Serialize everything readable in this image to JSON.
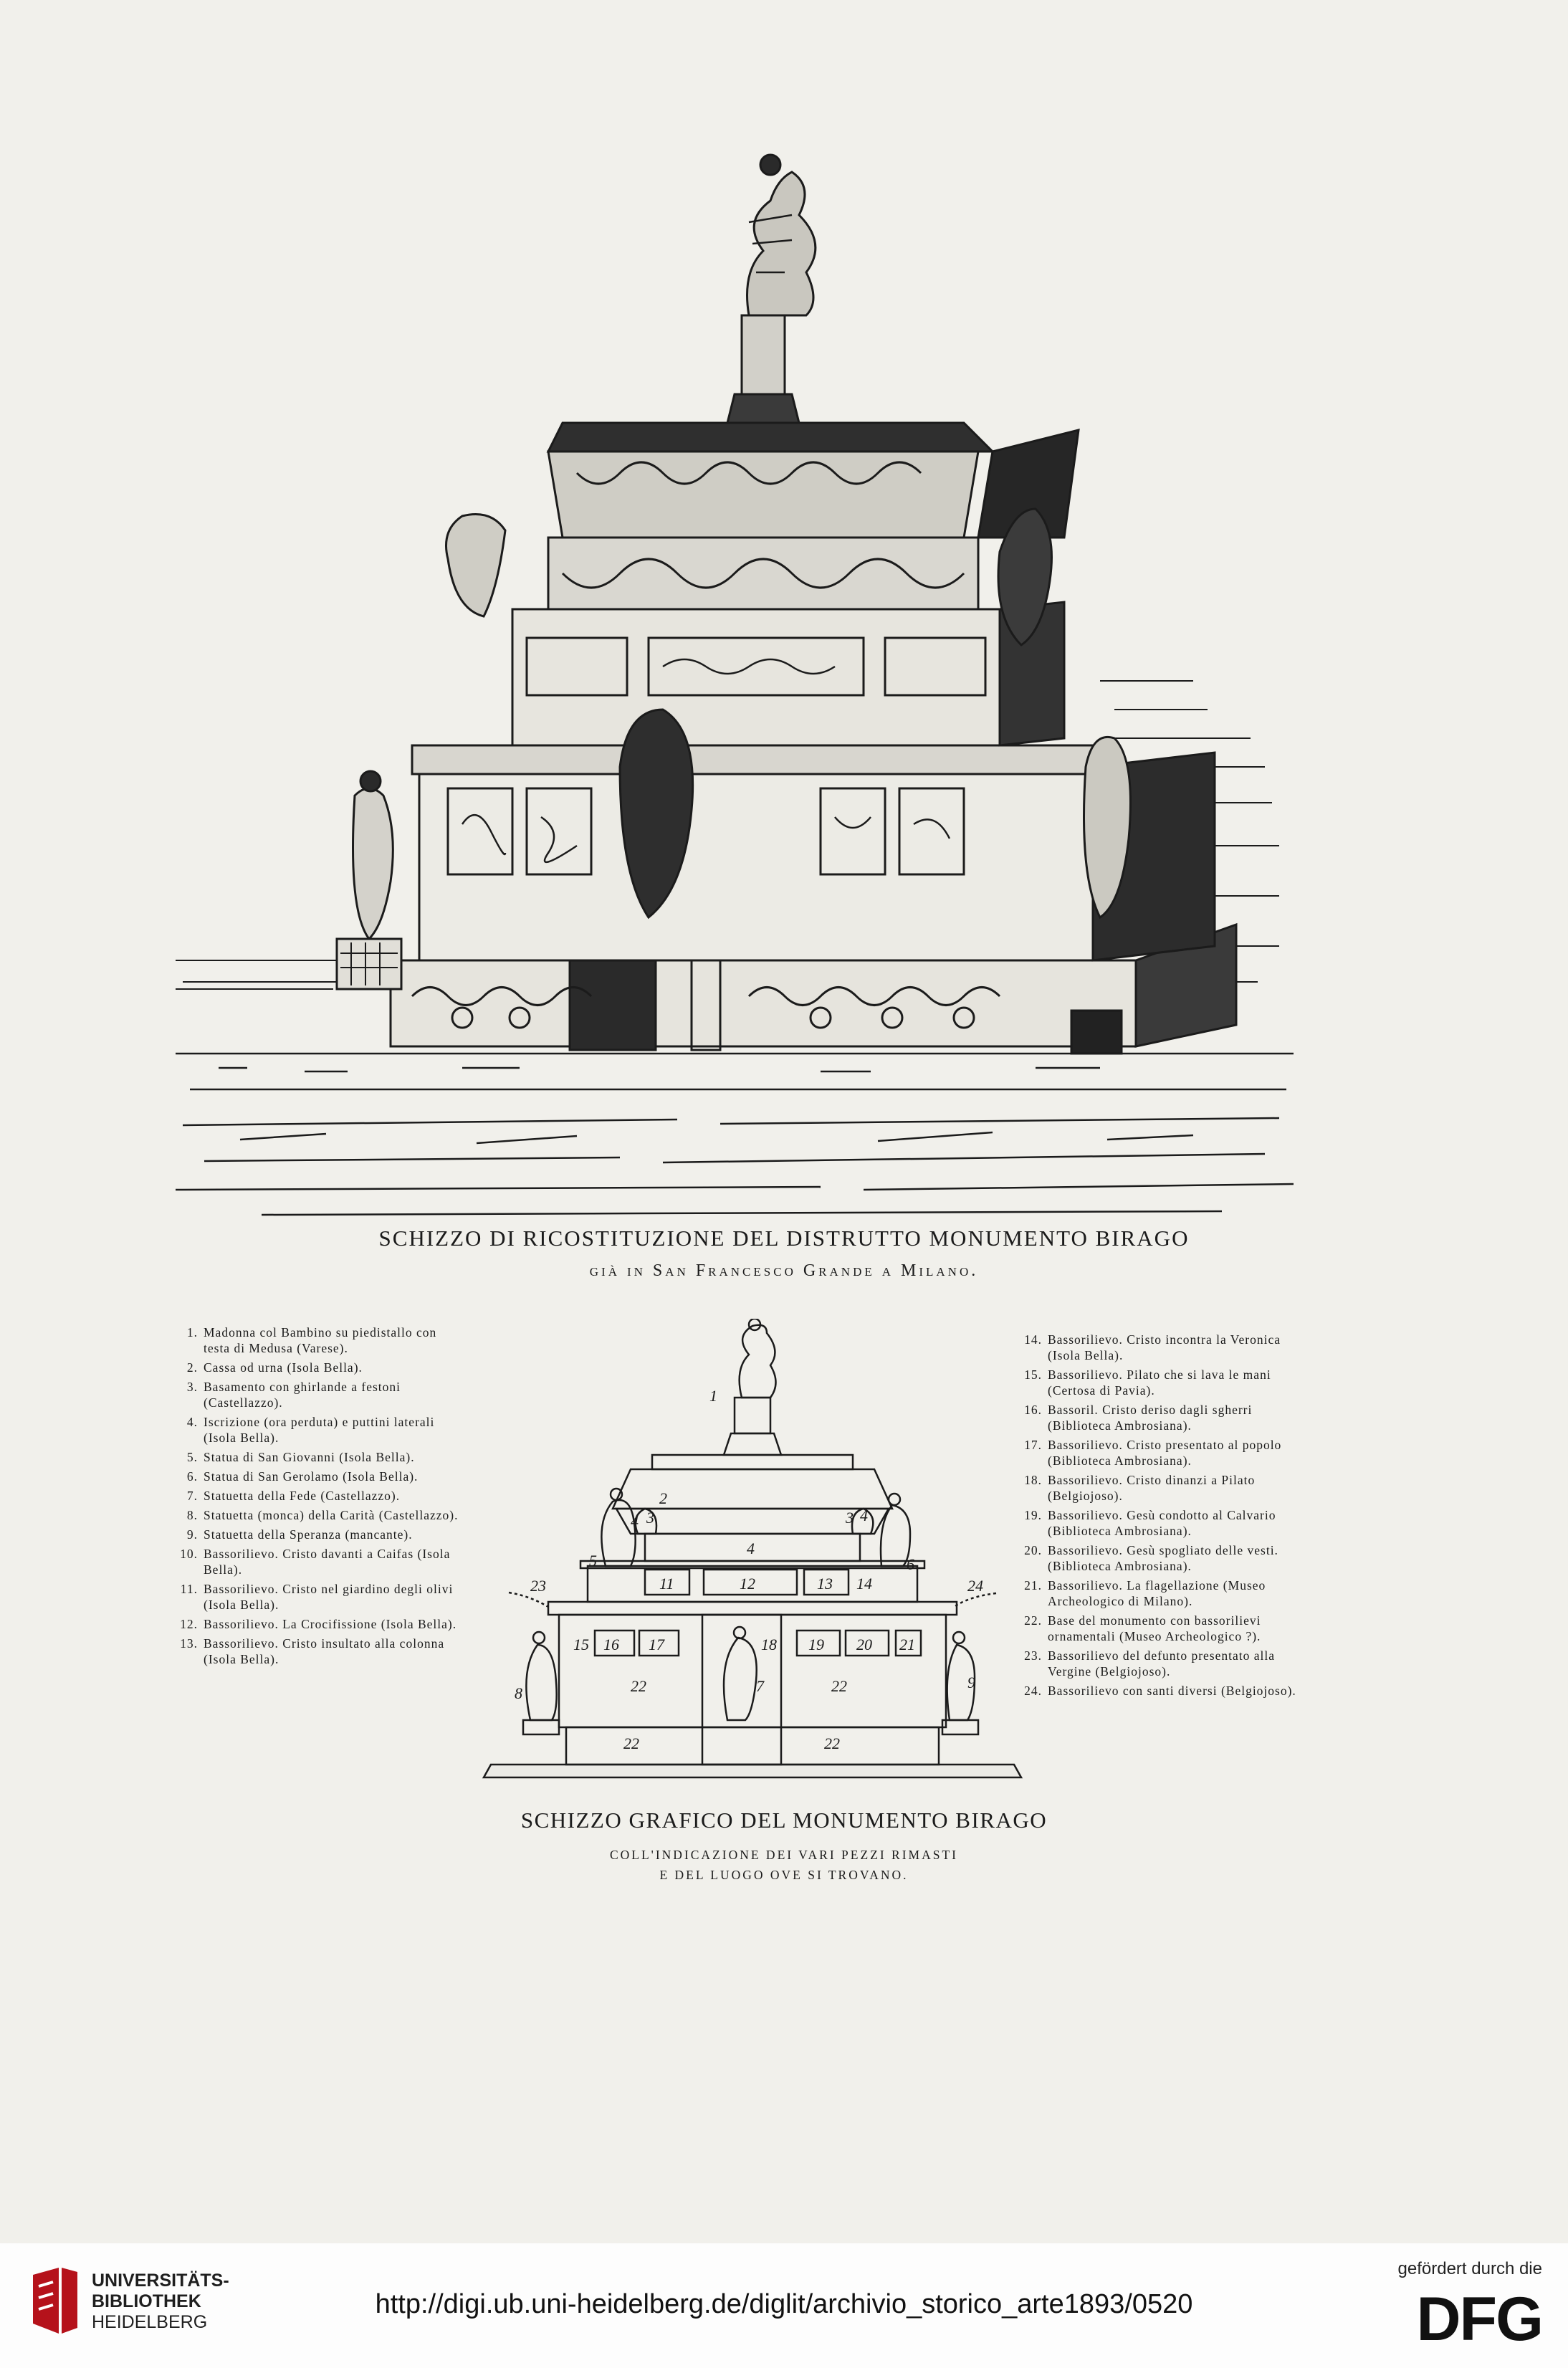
{
  "caption_top": {
    "title": "SCHIZZO DI RICOSTITUZIONE DEL DISTRUTTO MONUMENTO BIRAGO",
    "subtitle": "già in San Francesco Grande a Milano."
  },
  "legend_left": [
    {
      "num": "1.",
      "text": "Madonna col Bambino su piedistallo con testa di Medusa (Varese)."
    },
    {
      "num": "2.",
      "text": "Cassa od urna (Isola Bella)."
    },
    {
      "num": "3.",
      "text": "Basamento con ghirlande a festoni (Castellazzo)."
    },
    {
      "num": "4.",
      "text": "Iscrizione (ora perduta) e puttini laterali (Isola Bella)."
    },
    {
      "num": "5.",
      "text": "Statua di San Giovanni (Isola Bella)."
    },
    {
      "num": "6.",
      "text": "Statua di San Gerolamo (Isola Bella)."
    },
    {
      "num": "7.",
      "text": "Statuetta della Fede (Castellazzo)."
    },
    {
      "num": "8.",
      "text": "Statuetta (monca) della Carità (Castellazzo)."
    },
    {
      "num": "9.",
      "text": "Statuetta della Speranza (mancante)."
    },
    {
      "num": "10.",
      "text": "Bassorilievo. Cristo davanti a Caifas (Isola Bella)."
    },
    {
      "num": "11.",
      "text": "Bassorilievo. Cristo nel giardino degli olivi (Isola Bella)."
    },
    {
      "num": "12.",
      "text": "Bassorilievo. La Crocifissione (Isola Bella)."
    },
    {
      "num": "13.",
      "text": "Bassorilievo. Cristo insultato alla colonna (Isola Bella)."
    }
  ],
  "legend_right": [
    {
      "num": "14.",
      "text": "Bassorilievo. Cristo incontra la Veronica (Isola Bella)."
    },
    {
      "num": "15.",
      "text": "Bassorilievo. Pilato che si lava le mani (Certosa di Pavia)."
    },
    {
      "num": "16.",
      "text": "Bassoril. Cristo deriso dagli sgherri (Biblioteca Ambrosiana)."
    },
    {
      "num": "17.",
      "text": "Bassorilievo. Cristo presentato al popolo (Biblioteca Ambrosiana)."
    },
    {
      "num": "18.",
      "text": "Bassorilievo. Cristo dinanzi a Pilato (Belgiojoso)."
    },
    {
      "num": "19.",
      "text": "Bassorilievo. Gesù condotto al Calvario (Biblioteca Ambrosiana)."
    },
    {
      "num": "20.",
      "text": "Bassorilievo. Gesù spogliato delle vesti. (Biblioteca Ambrosiana)."
    },
    {
      "num": "21.",
      "text": "Bassorilievo. La flagellazione (Museo Archeologico di Milano)."
    },
    {
      "num": "22.",
      "text": "Base del monumento con bassorilievi ornamentali (Museo Archeologico ?)."
    },
    {
      "num": "23.",
      "text": "Bassorilievo del defunto presentato alla Vergine (Belgiojoso)."
    },
    {
      "num": "24.",
      "text": "Bassorilievo con santi diversi (Belgiojoso)."
    }
  ],
  "sketch_labels": {
    "n1": "1",
    "n2": "2",
    "n3a": "3",
    "n3b": "3",
    "n4a": "4",
    "n4b": "4",
    "n4c": "4",
    "n5": "5",
    "n6": "6",
    "n7": "7",
    "n8": "8",
    "n9": "9",
    "n11": "11",
    "n12": "12",
    "n13": "13",
    "n14": "14",
    "n15": "15",
    "n16": "16",
    "n17": "17",
    "n18": "18",
    "n19": "19",
    "n20": "20",
    "n21": "21",
    "n22a": "22",
    "n22b": "22",
    "n22c": "22",
    "n22d": "22",
    "n23": "23",
    "n24": "24"
  },
  "caption_bottom": {
    "title": "SCHIZZO GRAFICO DEL MONUMENTO BIRAGO",
    "line1": "COLL'INDICAZIONE DEI VARI PEZZI RIMASTI",
    "line2": "E DEL LUOGO OVE SI TROVANO."
  },
  "footer": {
    "library_line1": "UNIVERSITÄTS-",
    "library_line2": "BIBLIOTHEK",
    "library_line3": "HEIDELBERG",
    "url": "http://digi.ub.uni-heidelberg.de/diglit/archivio_storico_arte1893/0520",
    "funding_note": "gefördert durch die",
    "funder_logo": "DFG"
  }
}
